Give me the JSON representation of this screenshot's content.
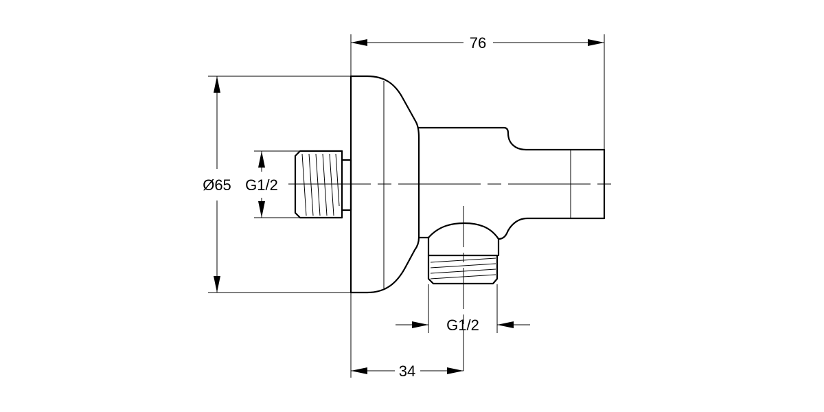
{
  "dimensions": {
    "overall_length": "76",
    "outlet_offset": "34",
    "flange_diameter": "Ø65",
    "inlet_thread": "G1/2",
    "outlet_thread": "G1/2"
  }
}
